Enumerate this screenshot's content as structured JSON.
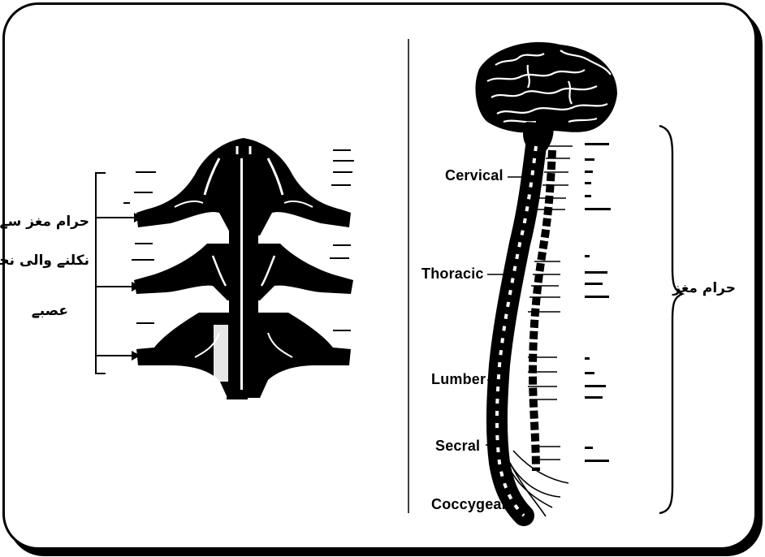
{
  "left_diagram": {
    "caption_lines": [
      "حرام مغز سے",
      "نکلنے والی نخاعی",
      "عصبے"
    ]
  },
  "right_diagram": {
    "regions": [
      {
        "name": "Cervical"
      },
      {
        "name": "Thoracic"
      },
      {
        "name": "Lumber"
      },
      {
        "name": "Secral"
      },
      {
        "name": "Coccygeal"
      }
    ],
    "brace_label": "حرام مغز"
  },
  "colors": {
    "ink": "#000000",
    "background": "#ffffff"
  }
}
